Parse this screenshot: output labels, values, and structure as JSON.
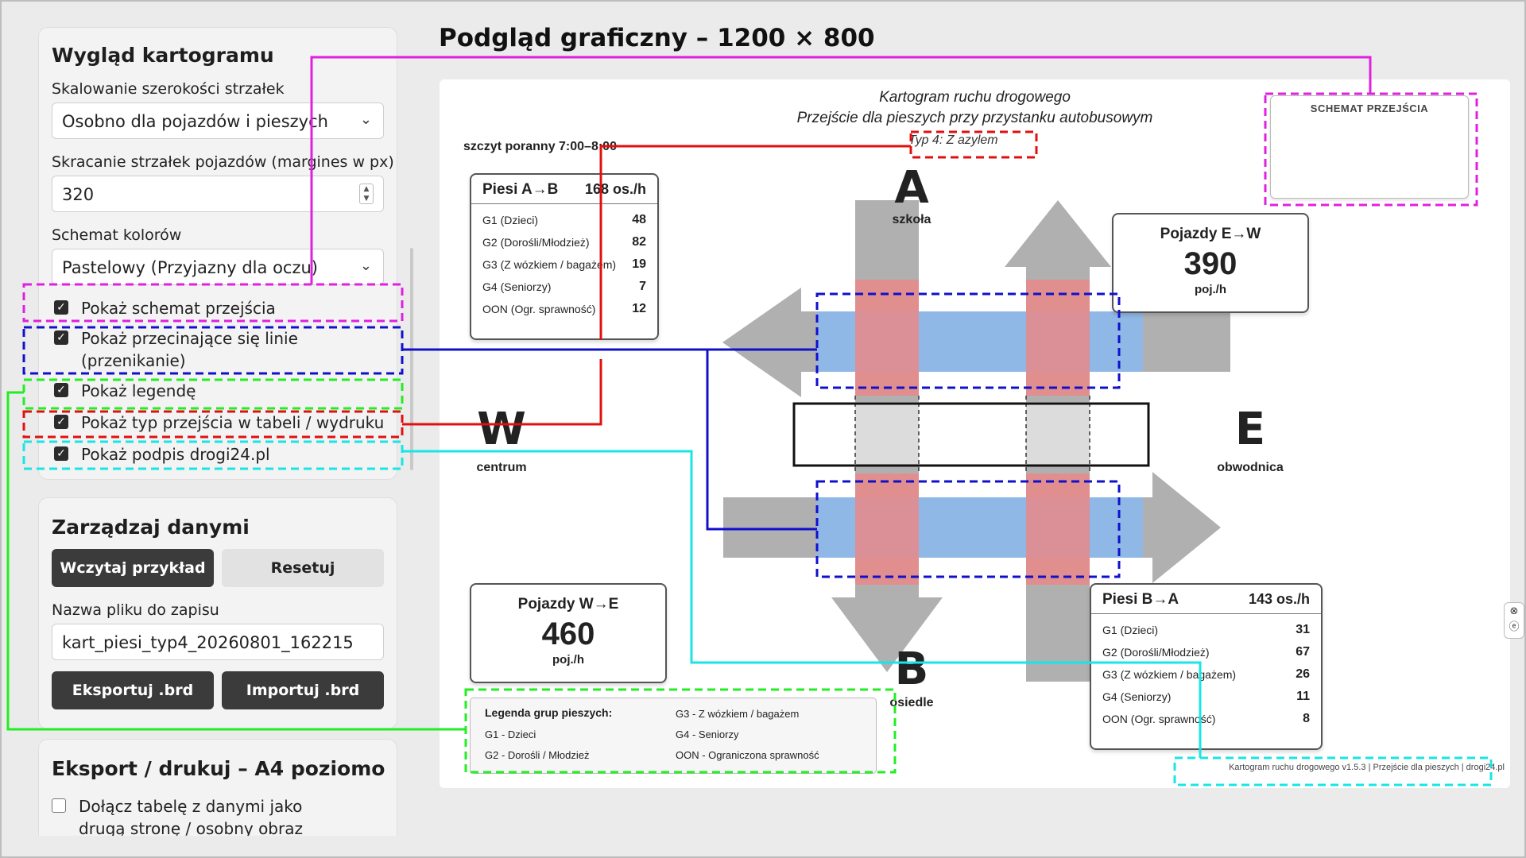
{
  "sidebar": {
    "appearance": {
      "title": "Wygląd kartogramu",
      "arrow_scaling_label": "Skalowanie szerokości strzałek",
      "arrow_scaling_value": "Osobno dla pojazdów i pieszych",
      "arrow_shortening_label": "Skracanie strzałek pojazdów (margines w px)",
      "arrow_shortening_value": "320",
      "color_scheme_label": "Schemat kolorów",
      "color_scheme_value": "Pastelowy (Przyjazny dla oczu)",
      "checkboxes": [
        {
          "label": "Pokaż schemat przejścia",
          "checked": true
        },
        {
          "label": "Pokaż przecinające się linie (przenikanie)",
          "checked": true
        },
        {
          "label": "Pokaż legendę",
          "checked": true
        },
        {
          "label": "Pokaż typ przejścia w tabeli / wydruku",
          "checked": true
        },
        {
          "label": "Pokaż podpis drogi24.pl",
          "checked": true
        }
      ]
    },
    "data_panel": {
      "title": "Zarządzaj danymi",
      "load_example": "Wczytaj przykład",
      "reset": "Resetuj",
      "filename_label": "Nazwa pliku do zapisu",
      "filename_value": "kart_piesi_typ4_20260801_162215",
      "export_brd": "Eksportuj .brd",
      "import_brd": "Importuj .brd"
    },
    "export_panel": {
      "title": "Eksport / drukuj – A4 poziomo",
      "attach_table_label": "Dołącz tabelę z danymi jako drugą stronę / osobny obraz",
      "attach_table_checked": false
    }
  },
  "preview": {
    "title": "Podgląd graficzny – 1200 × 800",
    "diagram_title": "Kartogram ruchu drogowego",
    "diagram_subtitle": "Przejście dla pieszych przy przystanku autobusowym",
    "peak": "szczyt poranny 7:00–8:00",
    "crossing_type": "Typ 4: Z azylem",
    "scheme_title": "SCHEMAT PRZEJŚCIA",
    "ped_ab": {
      "title": "Piesi A→B",
      "total": "168 os./h",
      "rows": [
        {
          "label": "G1 (Dzieci)",
          "value": "48"
        },
        {
          "label": "G2 (Dorośli/Młodzież)",
          "value": "82"
        },
        {
          "label": "G3 (Z wózkiem / bagażem)",
          "value": "19"
        },
        {
          "label": "G4 (Seniorzy)",
          "value": "7"
        },
        {
          "label": "OON (Ogr. sprawność)",
          "value": "12"
        }
      ]
    },
    "ped_ba": {
      "title": "Piesi B→A",
      "total": "143 os./h",
      "rows": [
        {
          "label": "G1 (Dzieci)",
          "value": "31"
        },
        {
          "label": "G2 (Dorośli/Młodzież)",
          "value": "67"
        },
        {
          "label": "G3 (Z wózkiem / bagażem)",
          "value": "26"
        },
        {
          "label": "G4 (Seniorzy)",
          "value": "11"
        },
        {
          "label": "OON (Ogr. sprawność)",
          "value": "8"
        }
      ]
    },
    "veh_ew": {
      "title": "Pojazdy E→W",
      "value": "390",
      "unit": "poj./h"
    },
    "veh_we": {
      "title": "Pojazdy W→E",
      "value": "460",
      "unit": "poj./h"
    },
    "places": {
      "A": {
        "letter": "A",
        "name": "szkoła"
      },
      "B": {
        "letter": "B",
        "name": "osiedle"
      },
      "W": {
        "letter": "W",
        "name": "centrum"
      },
      "E": {
        "letter": "E",
        "name": "obwodnica"
      }
    },
    "legend": {
      "title": "Legenda grup pieszych:",
      "items": [
        "G1 - Dzieci",
        "G2 - Dorośli / Młodzież",
        "G3 - Z wózkiem / bagażem",
        "G4 - Seniorzy",
        "OON - Ograniczona sprawność"
      ]
    },
    "footer": "Kartogram ruchu drogowego v1.5.3 | Przejście dla pieszych | drogi24.pl"
  },
  "side_controls": {
    "close": "⊗",
    "info": "ⓔ"
  },
  "colors": {
    "magenta": "#e020e0",
    "blue": "#1010cc",
    "green": "#22ee22",
    "red": "#e01010",
    "cyan": "#18e6e6",
    "vehicle_band": "#8fb8e6",
    "pedestrian_band": "#e98888",
    "arrow_gray": "#b0b0b0"
  }
}
